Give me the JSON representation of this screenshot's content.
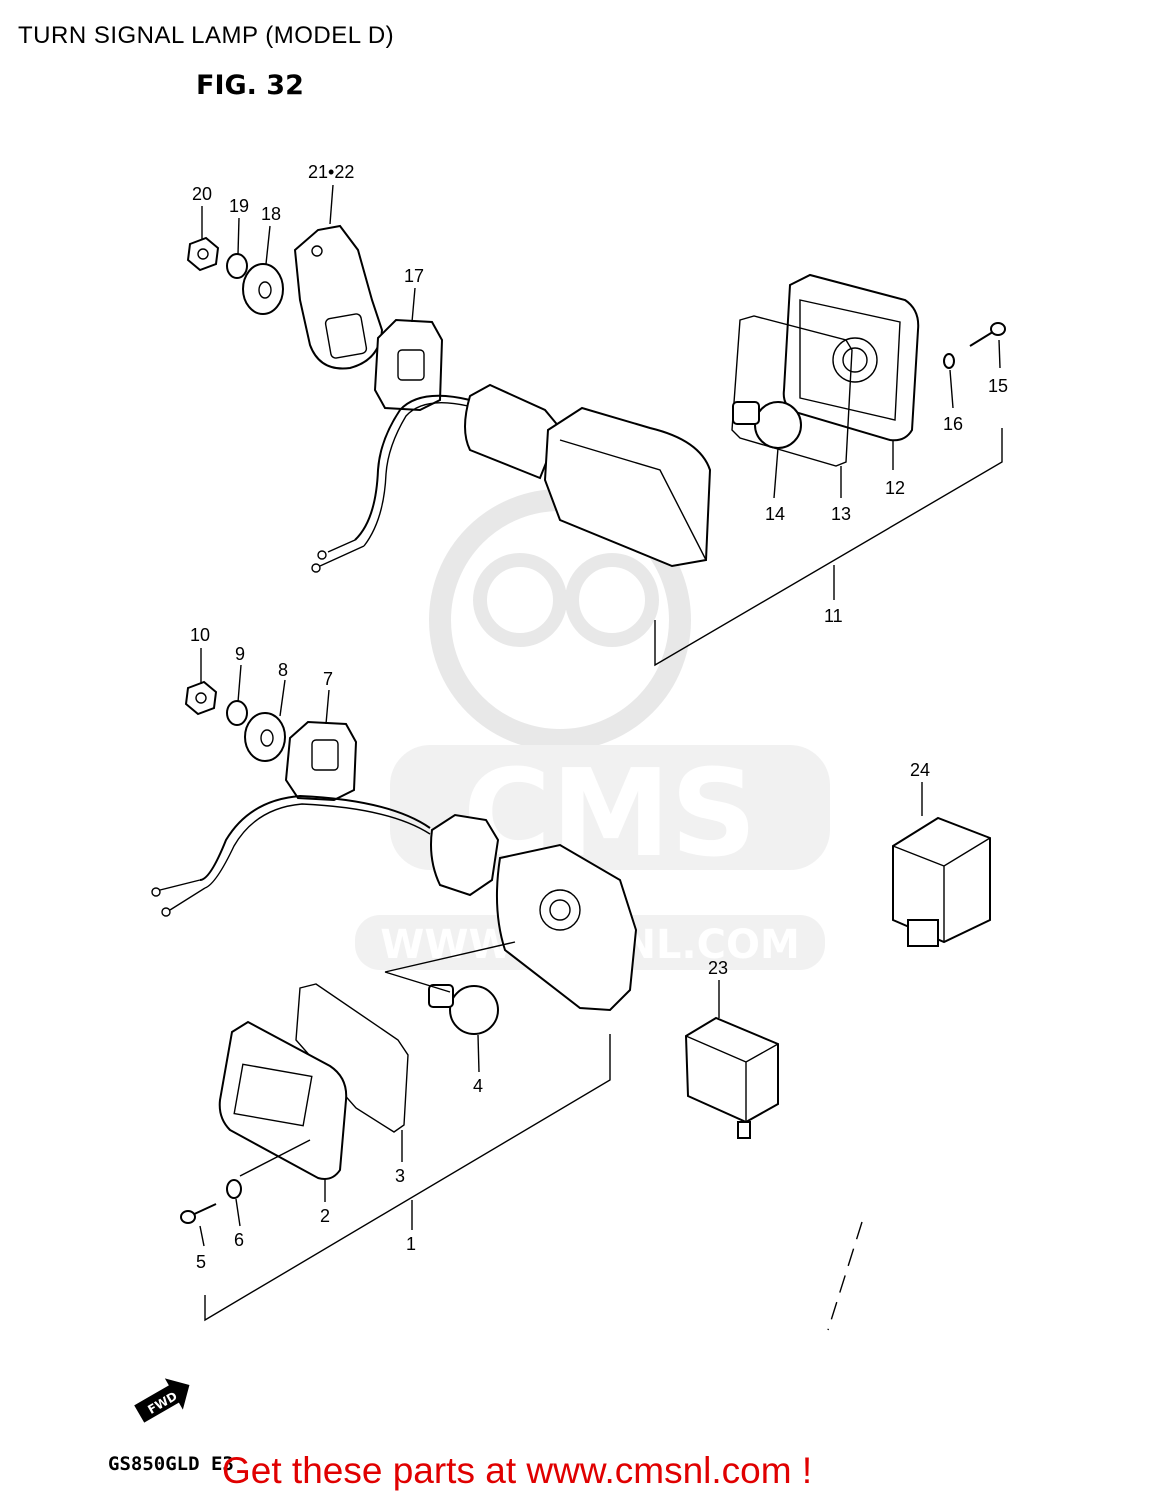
{
  "header": {
    "title": "TURN SIGNAL LAMP (MODEL D)",
    "figure": "FIG. 32"
  },
  "callouts": {
    "p1": "1",
    "p2": "2",
    "p3": "3",
    "p4": "4",
    "p5": "5",
    "p6": "6",
    "p7": "7",
    "p8": "8",
    "p9": "9",
    "p10": "10",
    "p11": "11",
    "p12": "12",
    "p13": "13",
    "p14": "14",
    "p15": "15",
    "p16": "16",
    "p17": "17",
    "p18": "18",
    "p19": "19",
    "p20": "20",
    "p21_22": "21•22",
    "p23": "23",
    "p24": "24"
  },
  "fwd_badge": "FWD",
  "model_code": "GS850GLD E3",
  "watermark": {
    "logo": "CMS",
    "url": "WWW.CMSNL.COM"
  },
  "footer": {
    "cta": "Get these parts at www.cmsnl.com !"
  },
  "colors": {
    "cta": "#e00000",
    "watermark": "#d9d9d9"
  }
}
